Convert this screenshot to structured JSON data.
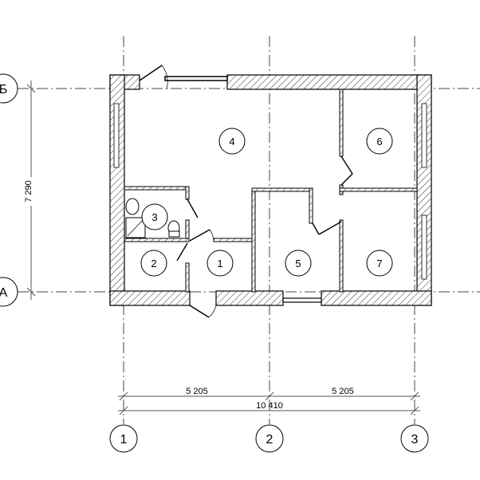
{
  "grid_axes": {
    "horizontal": [
      {
        "label": "Б"
      },
      {
        "label": "А"
      }
    ],
    "vertical": [
      {
        "label": "1"
      },
      {
        "label": "2"
      },
      {
        "label": "3"
      }
    ]
  },
  "dimensions": {
    "vertical_total": "7 290",
    "segment_1_2": "5 205",
    "segment_2_3": "5 205",
    "horizontal_total": "10 410"
  },
  "rooms": [
    {
      "number": "1"
    },
    {
      "number": "2"
    },
    {
      "number": "3"
    },
    {
      "number": "4"
    },
    {
      "number": "5"
    },
    {
      "number": "6"
    },
    {
      "number": "7"
    }
  ]
}
